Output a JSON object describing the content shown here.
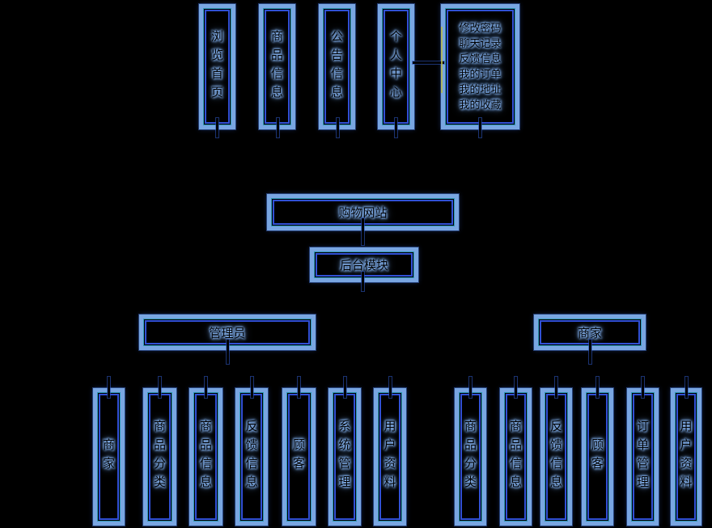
{
  "colors": {
    "background": "#000000",
    "box_band": "#79a6e2",
    "box_inner_stroke": "#3050d5",
    "cyan_accent": "#3ec9f2",
    "text": "#000000",
    "text_glow": "#8ab6f0",
    "connector": "#000000",
    "connector_rim": "#2d55be",
    "artifact_yellow": "#b9b94a"
  },
  "diagram": {
    "top_modules": [
      "浏览首页",
      "商品信息",
      "公告信息",
      "个人中心"
    ],
    "personal_center_menu": [
      "修改密码",
      "聊天记录",
      "反馈信息",
      "我的订单",
      "我的地址",
      "我的收藏"
    ],
    "root": "购物网站",
    "backend": "后台模块",
    "admin": {
      "label": "管理员",
      "children": [
        "商家",
        "商品分类",
        "商品信息",
        "反馈信息",
        "顾客",
        "系统管理",
        "用户资料"
      ]
    },
    "merchant": {
      "label": "商家",
      "children": [
        "商品分类",
        "商品信息",
        "反馈信息",
        "顾客",
        "订单管理",
        "用户资料"
      ]
    }
  }
}
